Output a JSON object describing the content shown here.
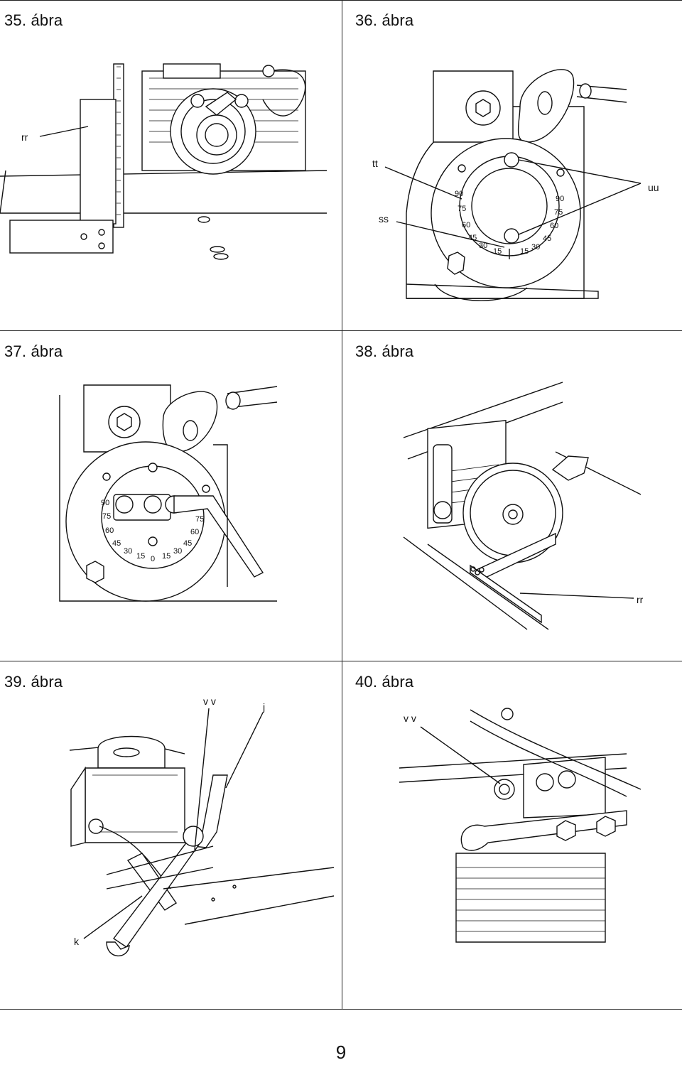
{
  "figures": [
    {
      "title": "35. ábra",
      "callouts": {
        "rr": "rr"
      }
    },
    {
      "title": "36. ábra",
      "callouts": {
        "tt": "tt",
        "uu": "uu",
        "ss": "ss"
      }
    },
    {
      "title": "37. ábra",
      "callouts": {}
    },
    {
      "title": "38. ábra",
      "callouts": {
        "rr": "rr"
      }
    },
    {
      "title": "39. ábra",
      "callouts": {
        "vv": "v v",
        "j": "j",
        "k": "k"
      }
    },
    {
      "title": "40. ábra",
      "callouts": {
        "vv": "v v"
      }
    }
  ],
  "dial_scale": [
    "90",
    "75",
    "60",
    "45",
    "30",
    "15",
    "0",
    "15",
    "30",
    "45",
    "60",
    "75",
    "90"
  ],
  "page_number": "9"
}
